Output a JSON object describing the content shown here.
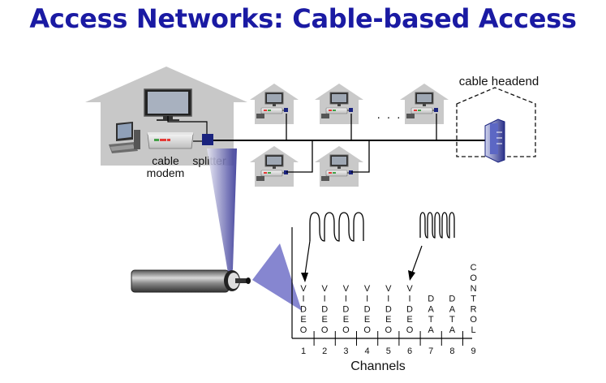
{
  "title": "Access Networks: Cable-based Access",
  "labels": {
    "cable_modem_line1": "cable",
    "cable_modem_line2": "modem",
    "splitter": "splitter",
    "cable_headend": "cable headend",
    "ellipsis": ". . .",
    "channels": "Channels"
  },
  "channels": [
    {
      "number": "1",
      "letters": [
        "V",
        "I",
        "D",
        "E",
        "O"
      ]
    },
    {
      "number": "2",
      "letters": [
        "V",
        "I",
        "D",
        "E",
        "O"
      ]
    },
    {
      "number": "3",
      "letters": [
        "V",
        "I",
        "D",
        "E",
        "O"
      ]
    },
    {
      "number": "4",
      "letters": [
        "V",
        "I",
        "D",
        "E",
        "O"
      ]
    },
    {
      "number": "5",
      "letters": [
        "V",
        "I",
        "D",
        "E",
        "O"
      ]
    },
    {
      "number": "6",
      "letters": [
        "V",
        "I",
        "D",
        "E",
        "O"
      ]
    },
    {
      "number": "7",
      "letters": [
        "D",
        "A",
        "T",
        "A"
      ]
    },
    {
      "number": "8",
      "letters": [
        "D",
        "A",
        "T",
        "A"
      ]
    },
    {
      "number": "9",
      "letters": [
        "C",
        "O",
        "N",
        "T",
        "R",
        "O",
        "L"
      ]
    }
  ],
  "colors": {
    "title": "#1a1aa3",
    "house": "#c8c8c8",
    "splitter": "#1a237e",
    "cone": "#4a4aa8"
  }
}
